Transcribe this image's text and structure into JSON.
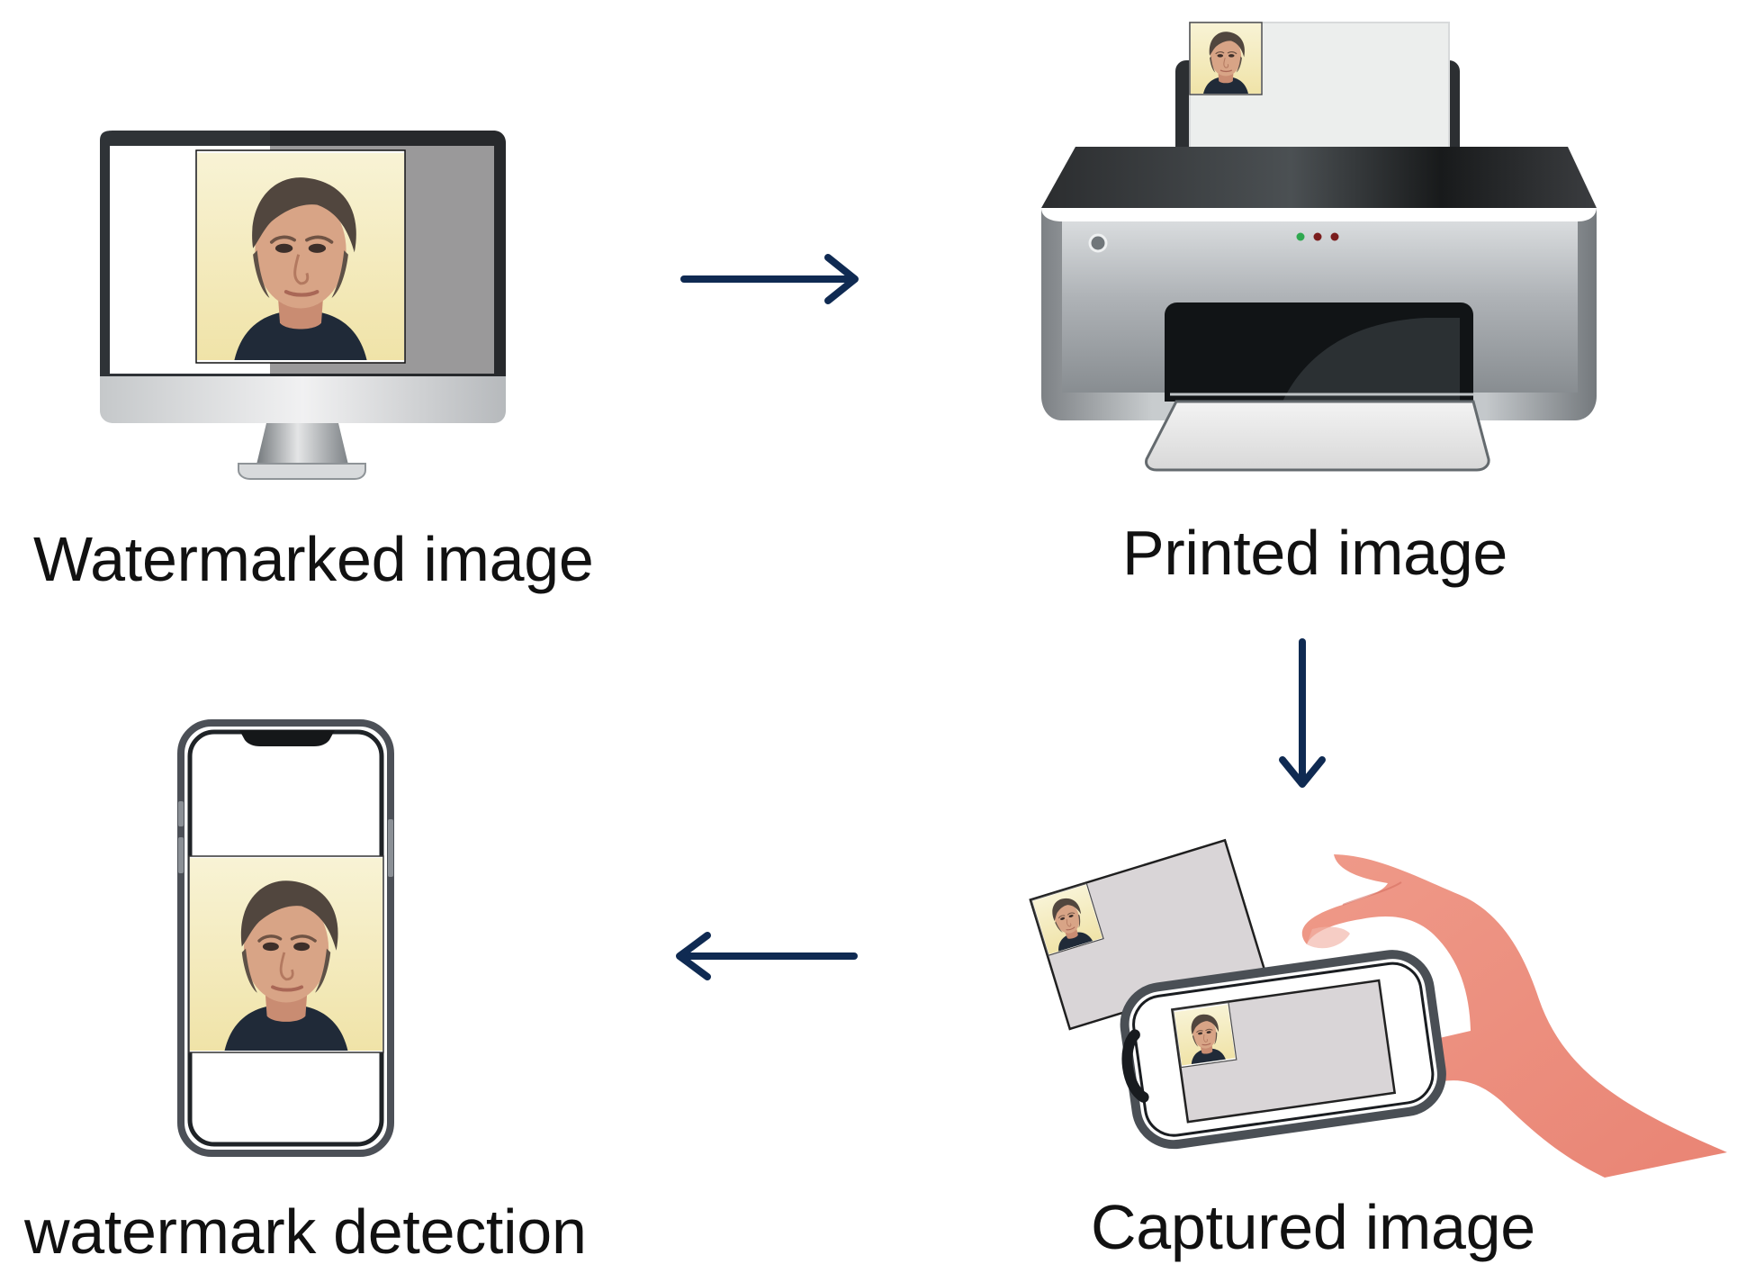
{
  "labels": {
    "watermarked": "Watermarked image",
    "printed": "Printed image",
    "captured": "Captured image",
    "detection": "watermark detection"
  },
  "colors": {
    "arrow": "#0f2a52",
    "hand": "#ef8f7f",
    "printer_body": "#9ea3a8",
    "monitor_bezel": "#2f3337",
    "photo_paper": "#d9d5d7"
  },
  "icons": {
    "computer": "monitor-icon",
    "printer": "printer-icon",
    "capture": "hand-phone-capture-icon",
    "phone": "smartphone-icon",
    "arrows": [
      "arrow-right-icon",
      "arrow-down-icon",
      "arrow-left-icon"
    ]
  }
}
